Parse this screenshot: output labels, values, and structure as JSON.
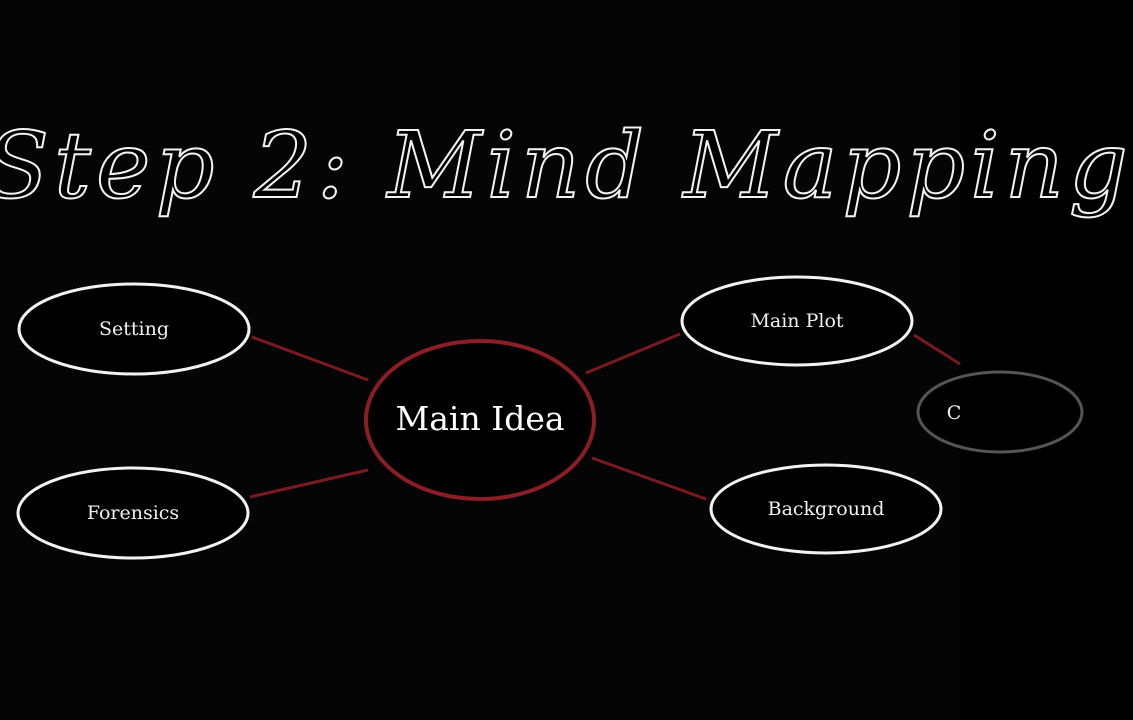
{
  "title": "Step 2:  Mind Mapping",
  "colors": {
    "background": "#050505",
    "node_outline": "#f2f2f2",
    "connector": "#7a1a1f",
    "center_outline": "#8b1e24"
  },
  "center_node": {
    "label": "Main Idea"
  },
  "nodes": {
    "setting": {
      "label": "Setting"
    },
    "forensics": {
      "label": "Forensics"
    },
    "main_plot": {
      "label": "Main Plot"
    },
    "background": {
      "label": "Background"
    },
    "partial": {
      "label": "C"
    }
  }
}
